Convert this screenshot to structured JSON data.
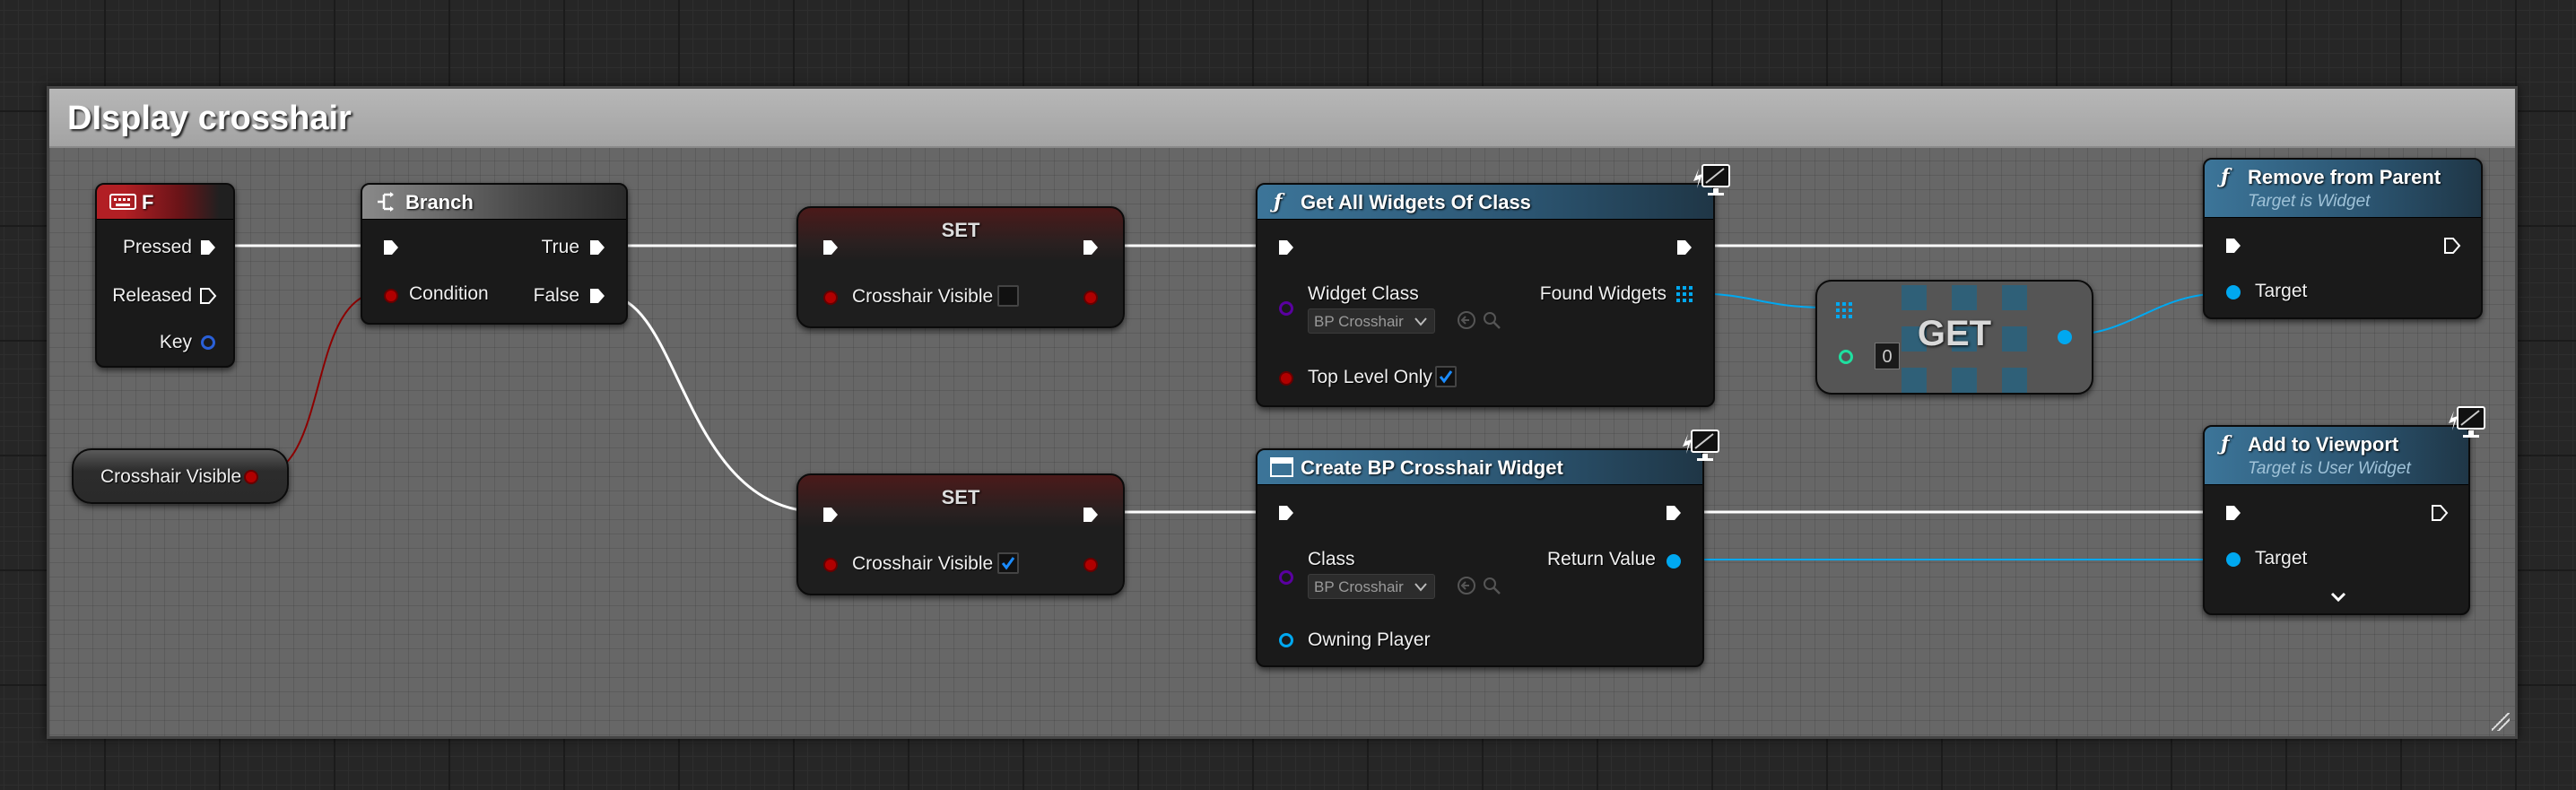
{
  "comment": {
    "title": "DIsplay crosshair"
  },
  "colors": {
    "exec_wire": "#ffffff",
    "bool_pin": "#8c0000",
    "object_pin": "#00a8f0",
    "class_pin": "#5a00a0",
    "int_pin": "#1fe0a0",
    "function_header": "#3c7599"
  },
  "nodes": {
    "input_f": {
      "title": "F",
      "icon": "keyboard-icon",
      "pins": {
        "pressed": "Pressed",
        "released": "Released",
        "key": "Key"
      }
    },
    "branch": {
      "title": "Branch",
      "icon": "branch-icon",
      "pins": {
        "condition": "Condition",
        "true": "True",
        "false": "False"
      }
    },
    "var_get": {
      "label": "Crosshair Visible"
    },
    "set_top": {
      "title": "SET",
      "var_label": "Crosshair Visible",
      "checked": false
    },
    "set_bottom": {
      "title": "SET",
      "var_label": "Crosshair Visible",
      "checked": true
    },
    "get_all_widgets": {
      "title": "Get All Widgets Of Class",
      "icon": "function-icon",
      "pins": {
        "widget_class": "Widget Class",
        "widget_class_value": "BP Crosshair",
        "top_level_only": "Top Level Only",
        "top_level_only_checked": true,
        "found_widgets": "Found Widgets"
      },
      "badge_icon": "monitor-icon"
    },
    "array_get": {
      "title": "GET",
      "index_value": "0"
    },
    "remove_from_parent": {
      "title": "Remove from Parent",
      "subtitle": "Target is Widget",
      "icon": "function-icon",
      "pins": {
        "target": "Target"
      }
    },
    "create_widget": {
      "title": "Create BP Crosshair Widget",
      "icon": "widget-icon",
      "pins": {
        "class": "Class",
        "class_value": "BP Crosshair",
        "owning_player": "Owning Player",
        "return_value": "Return Value"
      },
      "badge_icon": "monitor-icon"
    },
    "add_to_viewport": {
      "title": "Add to Viewport",
      "subtitle": "Target is User Widget",
      "icon": "function-icon",
      "pins": {
        "target": "Target"
      },
      "expand_icon": "chevron-down-icon"
    }
  }
}
